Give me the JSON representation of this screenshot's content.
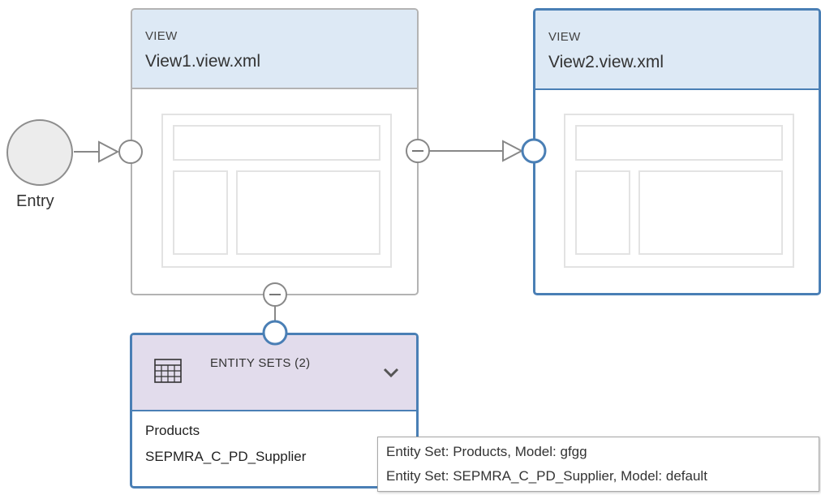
{
  "entry": {
    "label": "Entry"
  },
  "views": [
    {
      "kind": "VIEW",
      "name": "View1.view.xml"
    },
    {
      "kind": "VIEW",
      "name": "View2.view.xml"
    }
  ],
  "entity_sets": {
    "title": "ENTITY SETS (2)",
    "items": [
      "Products",
      "SEPMRA_C_PD_Supplier"
    ]
  },
  "tooltip": {
    "lines": [
      "Entity Set: Products, Model: gfgg",
      "Entity Set: SEPMRA_C_PD_Supplier, Model: default"
    ]
  },
  "colors": {
    "view_header": "#dde9f5",
    "entity_header": "#e2dcec",
    "selected_border": "#4a7fb5",
    "default_border": "#b3b3b3"
  },
  "icons": [
    "table-icon",
    "chevron-down-icon",
    "minus-circle-icon"
  ]
}
